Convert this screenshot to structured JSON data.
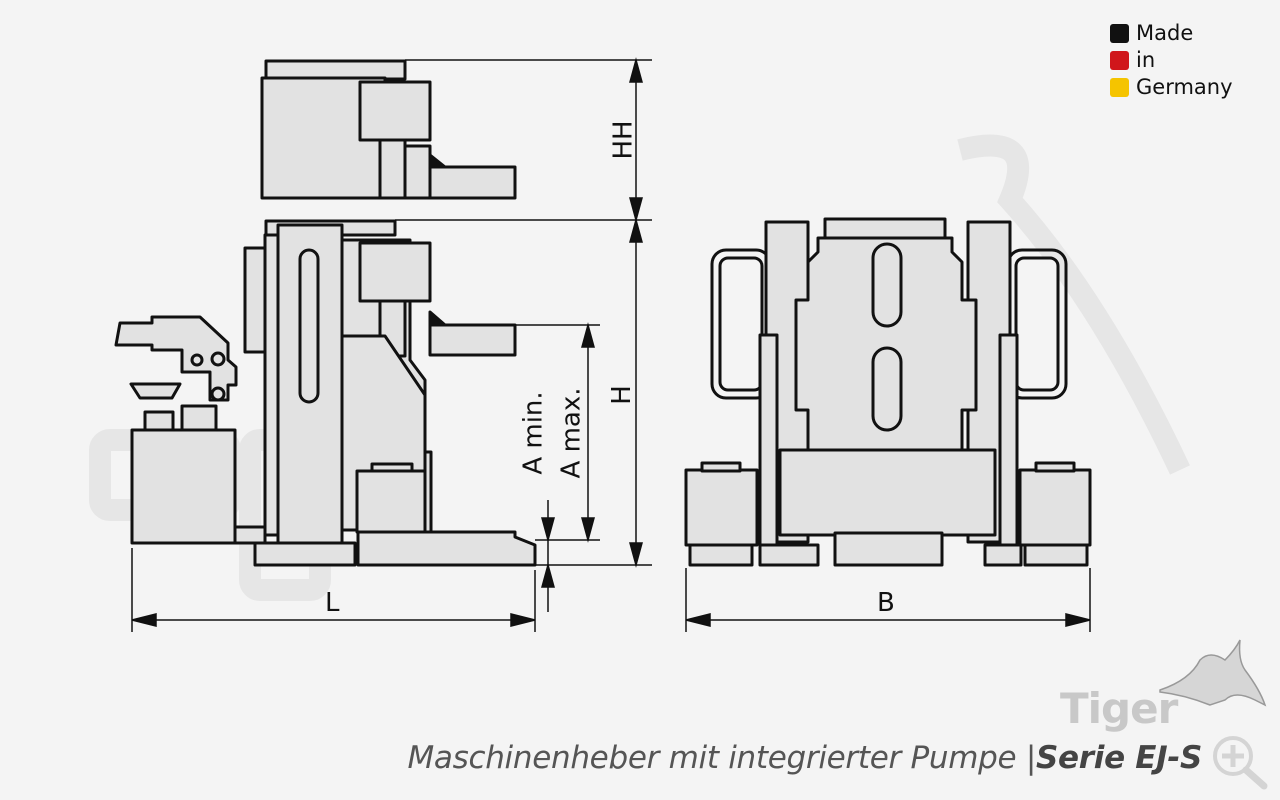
{
  "legend": {
    "items": [
      {
        "label": "Made",
        "color": "#111111"
      },
      {
        "label": "in",
        "color": "#d0161b"
      },
      {
        "label": "Germany",
        "color": "#f5c400"
      }
    ]
  },
  "dimensions": {
    "hh": "HH",
    "h": "H",
    "a_min": "A min.",
    "a_max": "A max.",
    "l": "L",
    "b": "B"
  },
  "caption": {
    "title": "Maschinenheber mit integrierter Pumpe",
    "separator": "|",
    "series": "Serie EJ-S"
  },
  "logo": {
    "text": "Tiger"
  },
  "colors": {
    "part_fill": "#e2e2e2",
    "outline": "#111111",
    "background": "#f4f4f4"
  }
}
